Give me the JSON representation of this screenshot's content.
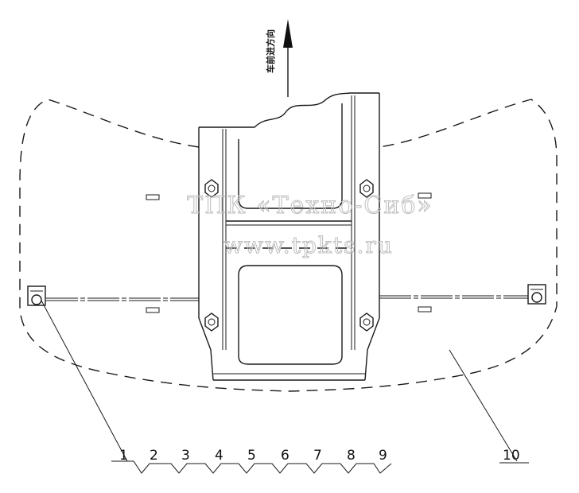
{
  "direction_label": "车前进方向",
  "watermark": {
    "line1": "ТПК «Техно-Сиб»",
    "line2": "www.tpkts.ru"
  },
  "callouts": [
    "1",
    "2",
    "3",
    "4",
    "5",
    "6",
    "7",
    "8",
    "9"
  ],
  "callout_right": "10"
}
